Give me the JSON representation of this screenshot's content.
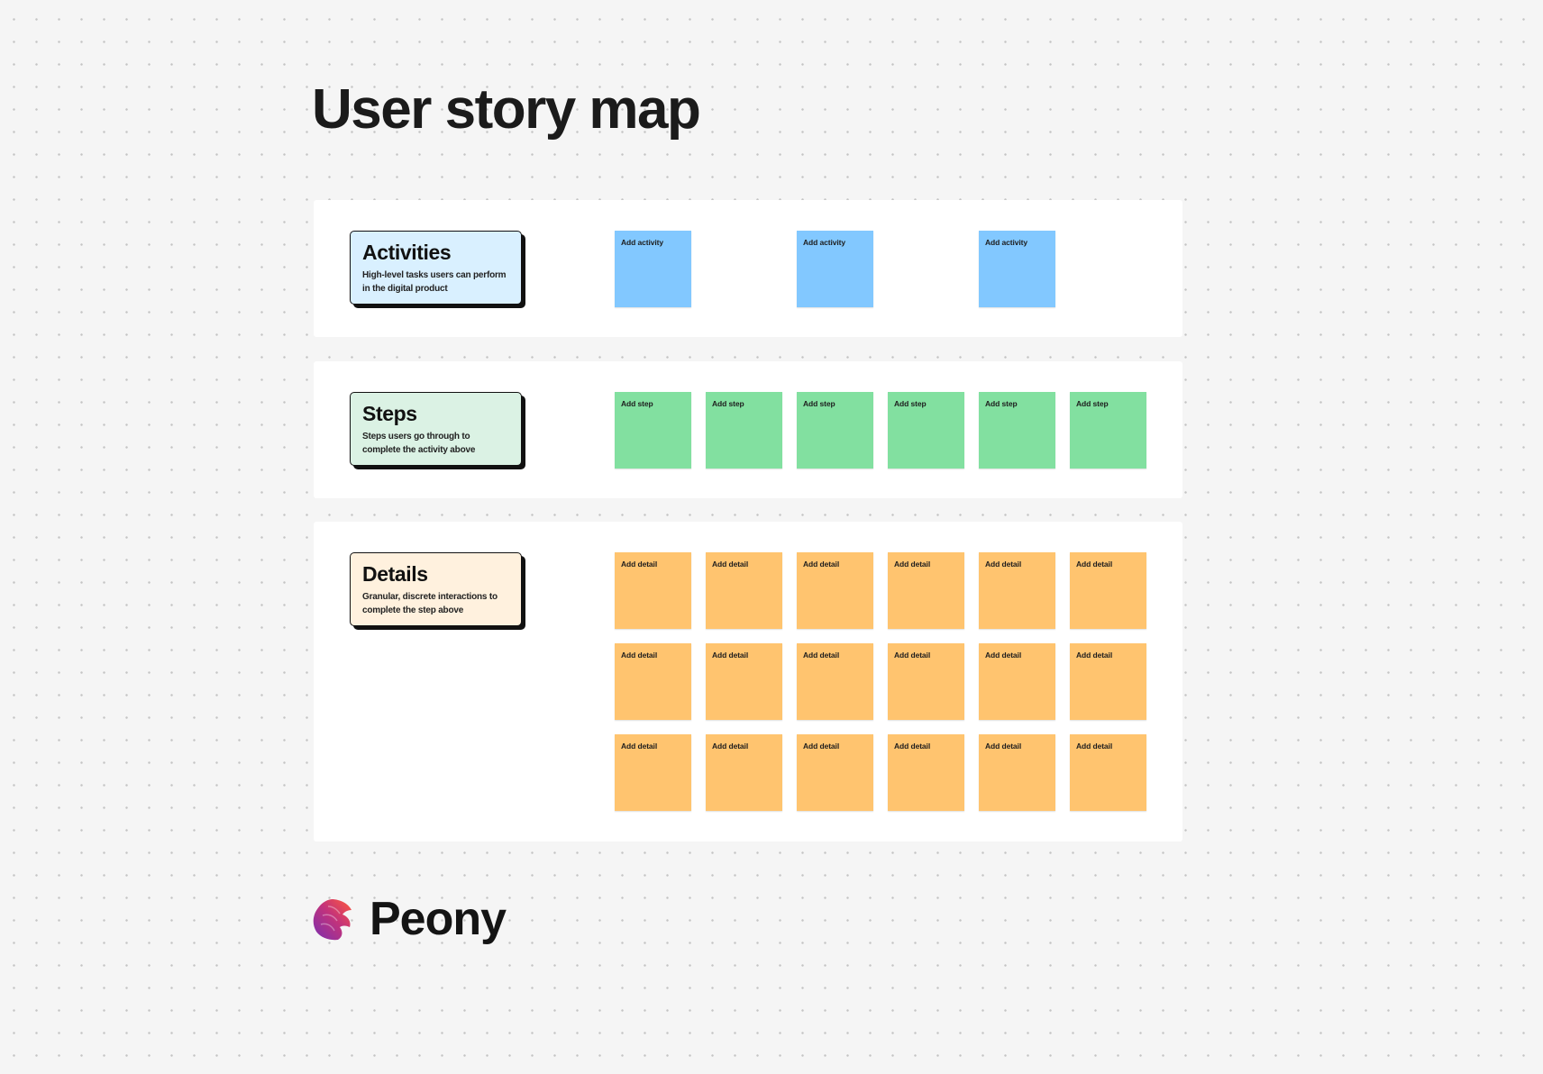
{
  "page": {
    "title": "User story map"
  },
  "colors": {
    "activities_card": "#d9f0ff",
    "steps_card": "#dbf2e4",
    "details_card": "#fff1de",
    "activity_note": "#82c8ff",
    "step_note": "#82e0a0",
    "detail_note": "#ffc46f"
  },
  "activities": {
    "title": "Activities",
    "description": "High-level tasks users can perform in the digital product",
    "notes": [
      "Add activity",
      "Add activity",
      "Add activity"
    ]
  },
  "steps": {
    "title": "Steps",
    "description": "Steps users go through to complete the activity above",
    "notes": [
      "Add step",
      "Add step",
      "Add step",
      "Add step",
      "Add step",
      "Add step"
    ]
  },
  "details": {
    "title": "Details",
    "description": "Granular, discrete interactions to complete the step above",
    "notes": [
      "Add detail",
      "Add detail",
      "Add detail",
      "Add detail",
      "Add detail",
      "Add detail",
      "Add detail",
      "Add detail",
      "Add detail",
      "Add detail",
      "Add detail",
      "Add detail",
      "Add detail",
      "Add detail",
      "Add detail",
      "Add detail",
      "Add detail",
      "Add detail"
    ]
  },
  "brand": {
    "name": "Peony",
    "icon": "peony-flower-icon"
  }
}
